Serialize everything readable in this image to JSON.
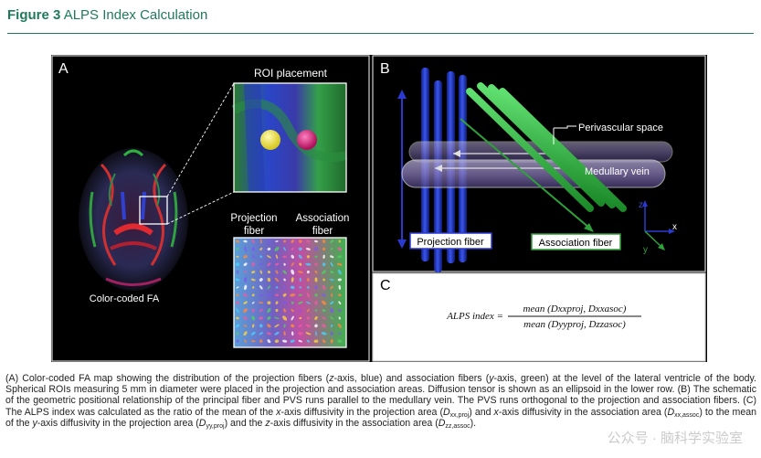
{
  "figure": {
    "label": "Figure 3",
    "title": "ALPS Index Calculation"
  },
  "panel_a": {
    "letter": "A",
    "roi_label": "ROI placement",
    "fa_label": "Color-coded FA",
    "projection_label_1": "Projection",
    "projection_label_2": "fiber",
    "association_label_1": "Association",
    "association_label_2": "fiber"
  },
  "panel_b": {
    "letter": "B",
    "pvs_label": "Perivascular space",
    "vein_label": "Medullary vein",
    "projection_fiber": "Projection fiber",
    "association_fiber": "Association fiber",
    "axes": [
      "z",
      "x",
      "y"
    ]
  },
  "panel_c": {
    "letter": "C",
    "lhs": "ALPS index =",
    "numerator": "mean (Dxxproj, Dxxasoc)",
    "denominator": "mean (Dyyproj, Dzzasoc)"
  },
  "caption": {
    "s1": "(A) Color-coded FA map showing the distribution of the projection fibers (",
    "s1_z": "z",
    "s2": "-axis, blue) and association fibers (",
    "s2_y": "y",
    "s3": "-axis, green) at the level of the lateral ventricle of the body. Spherical ROIs measuring 5 mm in diameter were placed in the projection and association areas. Diffusion tensor is shown as an ellipsoid in the lower row. (B) The schematic of the geometric positional relationship of the principal fiber and PVS runs parallel to the medullary vein. The PVS runs orthogonal to the projection and association fibers. (C) The ALPS index was calculated as the ratio of the mean of the ",
    "s3_x": "x",
    "s4": "-axis diffusivity in the projection area (",
    "d1": "D",
    "d1_sub": "xx,proj",
    "s5": ") and ",
    "s5_x": "x",
    "s6": "-axis diffusivity in the association area (",
    "d2": "D",
    "d2_sub": "xx,assoc",
    "s7": ") to the mean of the ",
    "s7_y": "y",
    "s8": "-axis diffusivity in the projection area (",
    "d3": "D",
    "d3_sub": "yy,proj",
    "s9": ") and the ",
    "s9_z": "z",
    "s10": "-axis diffusivity in the association area (",
    "d4": "D",
    "d4_sub": "zz,assoc",
    "s11": ")."
  },
  "watermark": "公众号 · 脑科学实验室",
  "colors": {
    "title_green": "#1f7a5c",
    "projection_blue": "#2433c9",
    "association_green": "#3cb043",
    "roi_yellow": "#e8e030",
    "roi_magenta": "#d6196e"
  }
}
